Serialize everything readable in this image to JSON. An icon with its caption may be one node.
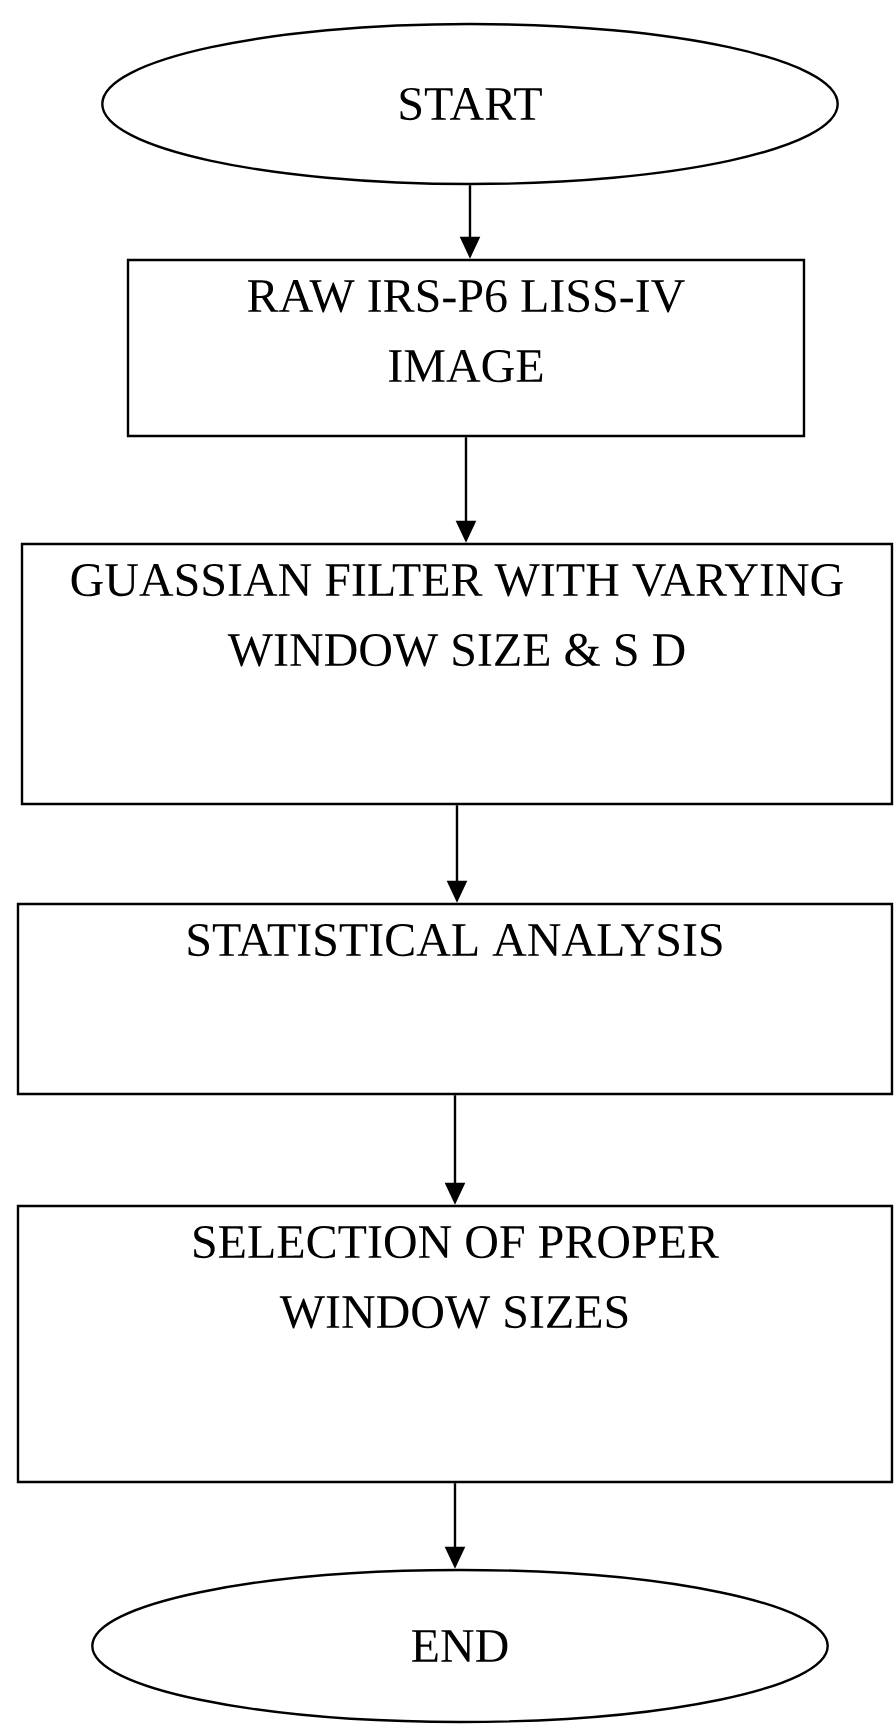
{
  "diagram": {
    "nodes": [
      {
        "text": [
          "START"
        ]
      },
      {
        "text": [
          "RAW IRS-P6 LISS-IV IMAGE"
        ]
      },
      {
        "text": [
          "GUASSIAN FILTER WITH VARYING WINDOW SIZE & S D"
        ]
      },
      {
        "text": [
          "STATISTICAL ANALYSIS"
        ]
      },
      {
        "text": [
          "SELECTION OF PROPER WINDOW SIZES"
        ]
      },
      {
        "text": [
          "END"
        ]
      }
    ],
    "edges": [
      {
        "from": 0,
        "to": 1,
        "arrow": "to"
      },
      {
        "from": 1,
        "to": 2,
        "arrow": "to"
      },
      {
        "from": 2,
        "to": 3,
        "arrow": "to"
      },
      {
        "from": 3,
        "to": 4,
        "arrow": "to"
      },
      {
        "from": 4,
        "to": 5,
        "arrow": "to"
      }
    ]
  }
}
